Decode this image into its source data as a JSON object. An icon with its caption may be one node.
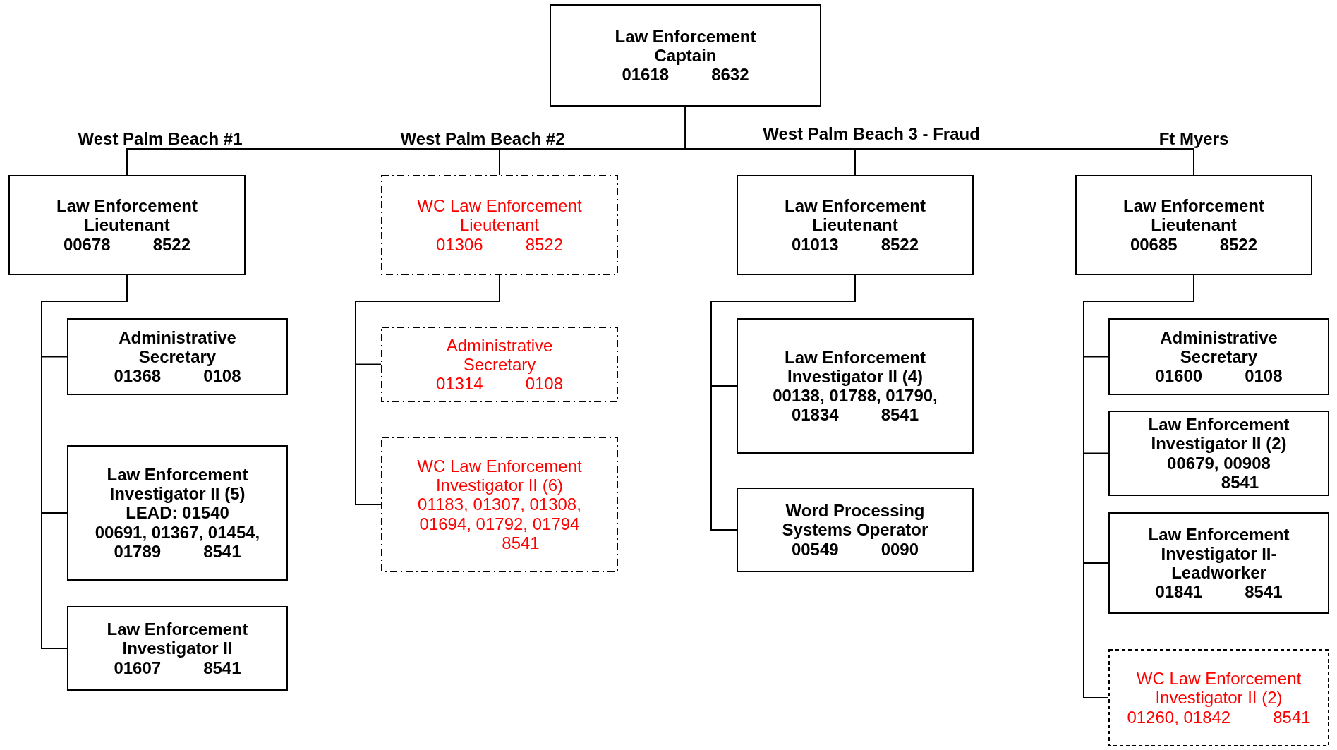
{
  "diagram": {
    "nodes": [
      {
        "text": [
          "Law Enforcement Captain",
          "01618",
          "8632"
        ]
      },
      {
        "text": [
          "Law Enforcement Lieutenant",
          "00678",
          "8522"
        ]
      },
      {
        "text": [
          "Administrative Secretary",
          "01368",
          "0108"
        ]
      },
      {
        "text": [
          "Law Enforcement Investigator II (5)",
          "LEAD: 01540",
          "00691, 01367, 01454, 01789",
          "8541"
        ]
      },
      {
        "text": [
          "Law Enforcement Investigator II",
          "01607",
          "8541"
        ]
      },
      {
        "text": [
          "WC Law Enforcement Lieutenant",
          "01306",
          "8522"
        ]
      },
      {
        "text": [
          "Administrative Secretary",
          "01314",
          "0108"
        ]
      },
      {
        "text": [
          "WC Law Enforcement Investigator II (6)",
          "01183, 01307, 01308, 01694, 01792, 01794",
          "8541"
        ]
      },
      {
        "text": [
          "Law Enforcement Lieutenant",
          "01013",
          "8522"
        ]
      },
      {
        "text": [
          "Law Enforcement Investigator II (4)",
          "00138, 01788, 01790, 01834",
          "8541"
        ]
      },
      {
        "text": [
          "Word Processing Systems Operator",
          "00549",
          "0090"
        ]
      },
      {
        "text": [
          "Law Enforcement Lieutenant",
          "00685",
          "8522"
        ]
      },
      {
        "text": [
          "Administrative Secretary",
          "01600",
          "0108"
        ]
      },
      {
        "text": [
          "Law Enforcement Investigator II (2)",
          "00679, 00908",
          "8541"
        ]
      },
      {
        "text": [
          "Law Enforcement Investigator II- Leadworker",
          "01841",
          "8541"
        ]
      },
      {
        "text": [
          "WC Law Enforcement Investigator II (2)",
          "01260, 01842",
          "8541"
        ]
      }
    ],
    "edges": [
      {
        "from": 0,
        "to": 1,
        "arrow": "none"
      },
      {
        "from": 0,
        "to": 5,
        "arrow": "none"
      },
      {
        "from": 0,
        "to": 8,
        "arrow": "none"
      },
      {
        "from": 0,
        "to": 11,
        "arrow": "none"
      },
      {
        "from": 1,
        "to": 2,
        "arrow": "none"
      },
      {
        "from": 1,
        "to": 3,
        "arrow": "none"
      },
      {
        "from": 1,
        "to": 4,
        "arrow": "none"
      },
      {
        "from": 5,
        "to": 6,
        "arrow": "none"
      },
      {
        "from": 5,
        "to": 7,
        "arrow": "none"
      },
      {
        "from": 8,
        "to": 9,
        "arrow": "none"
      },
      {
        "from": 8,
        "to": 10,
        "arrow": "none"
      },
      {
        "from": 11,
        "to": 12,
        "arrow": "none"
      },
      {
        "from": 11,
        "to": 13,
        "arrow": "none"
      },
      {
        "from": 11,
        "to": 14,
        "arrow": "none"
      },
      {
        "from": 11,
        "to": 15,
        "arrow": "none"
      }
    ],
    "labels": [
      "West Palm Beach #1",
      "West Palm Beach #2",
      "West Palm Beach 3 - Fraud",
      "Ft Myers"
    ]
  }
}
